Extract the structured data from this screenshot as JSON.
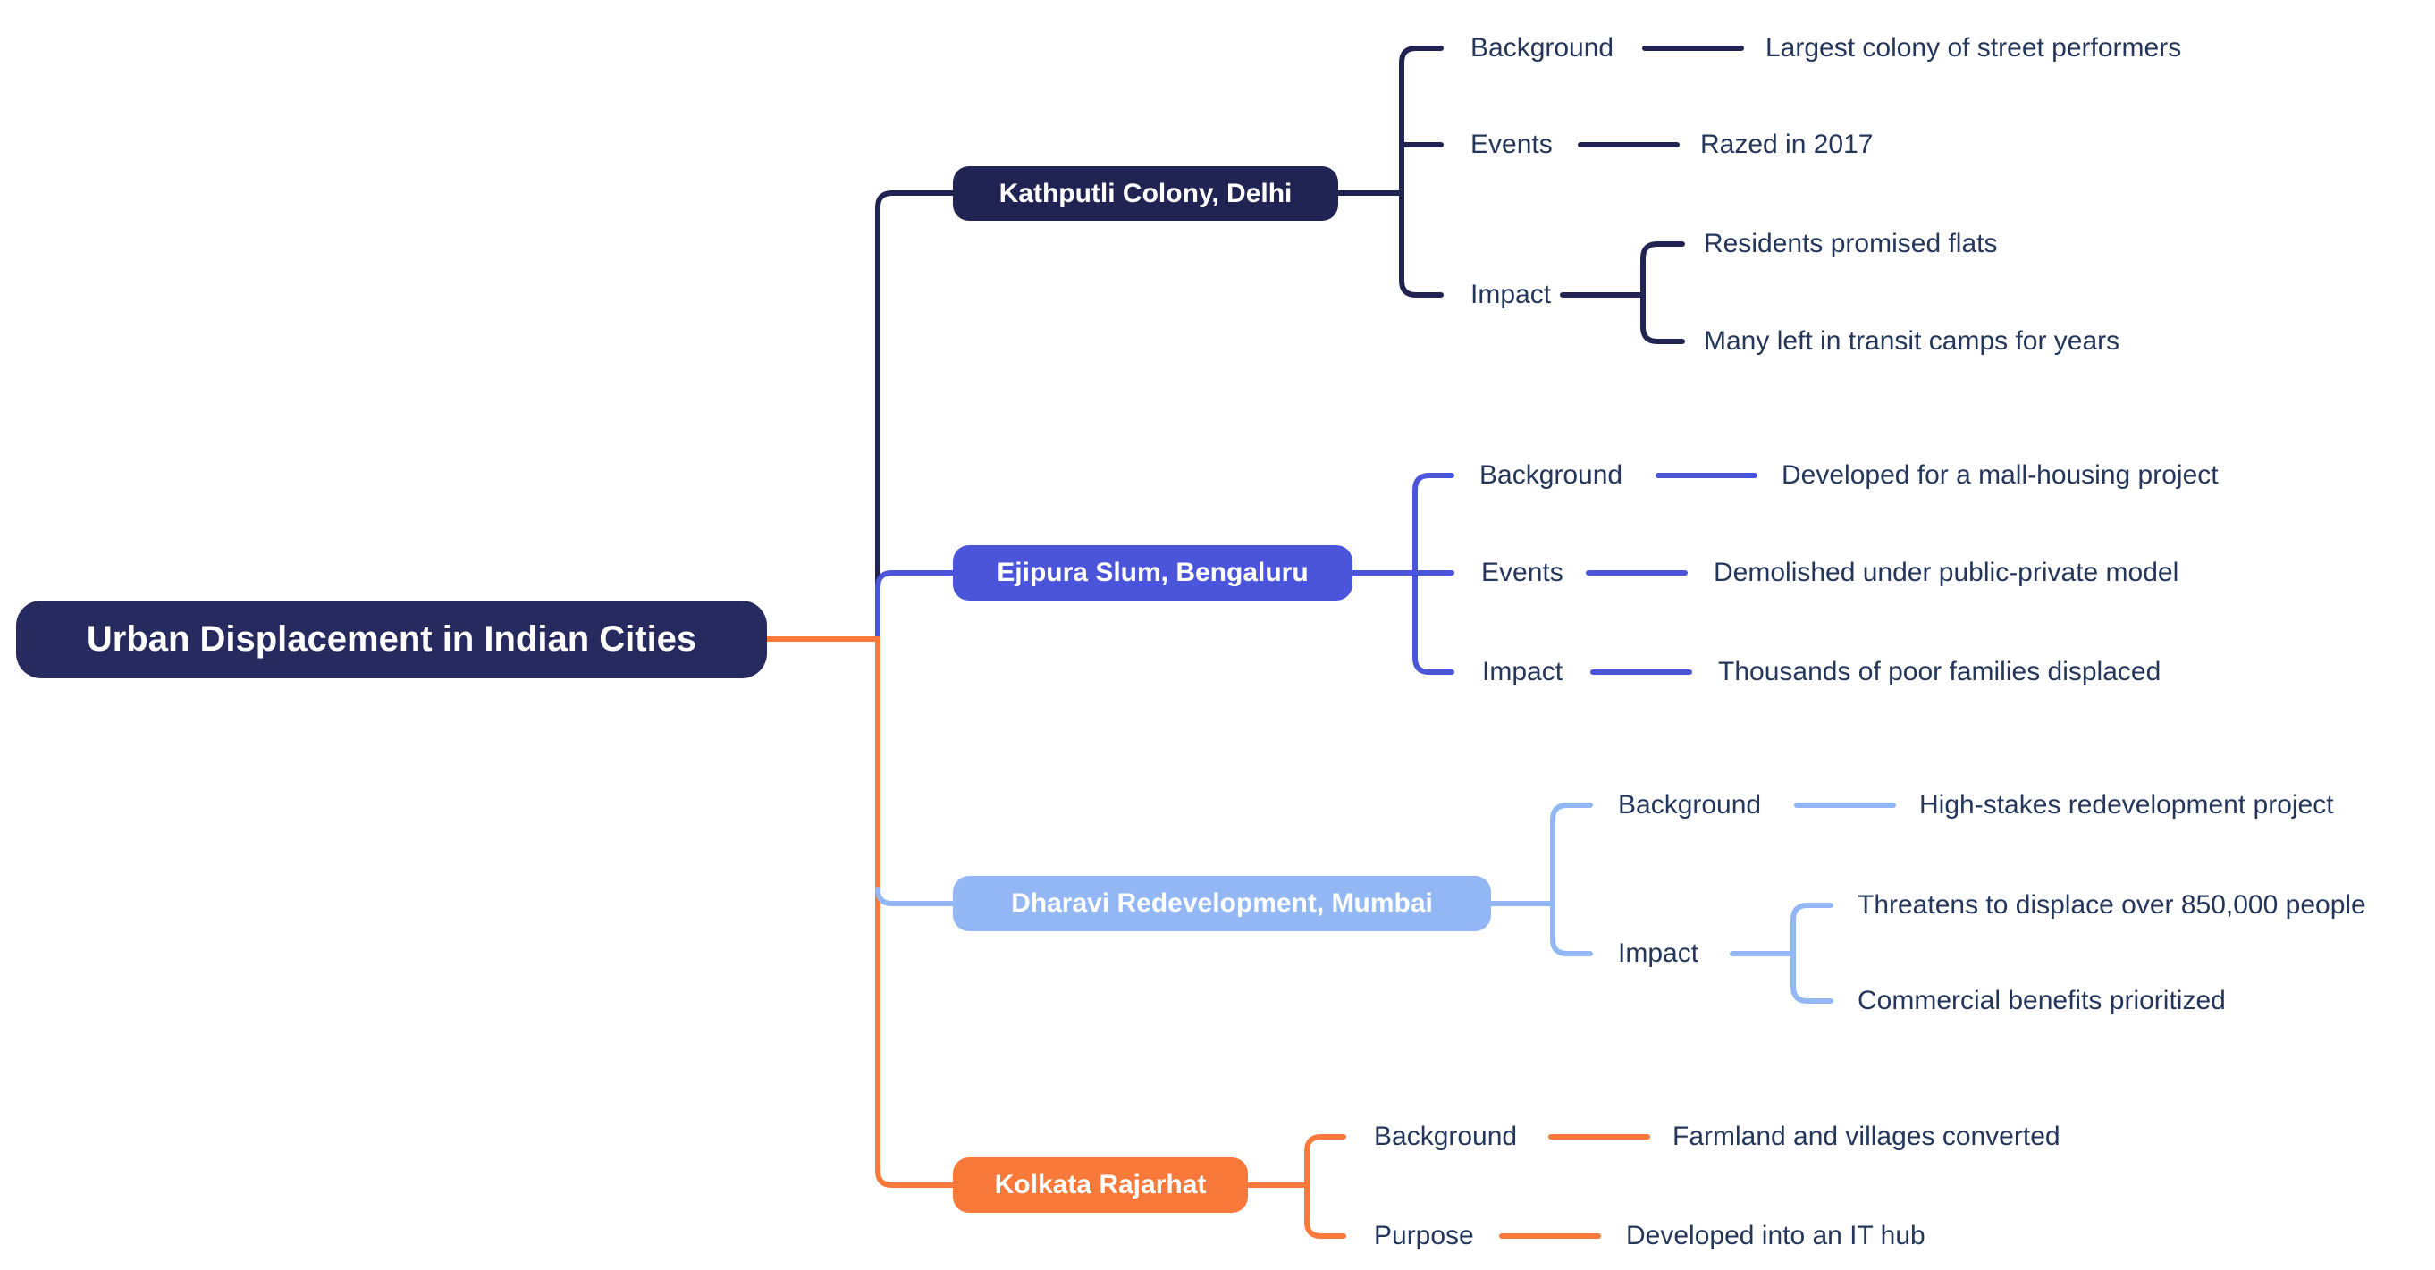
{
  "mindmap": {
    "background_color": "#ffffff",
    "label_color": "#24365a",
    "node_text_color": "#ffffff",
    "root": {
      "label": "Urban Displacement in Indian Cities",
      "color": "#272a5e"
    },
    "branches": [
      {
        "label": "Kathputli Colony, Delhi",
        "color": "#212452",
        "children": [
          {
            "label": "Background",
            "values": [
              "Largest colony of street performers"
            ]
          },
          {
            "label": "Events",
            "values": [
              "Razed in 2017"
            ]
          },
          {
            "label": "Impact",
            "values": [
              "Residents promised flats",
              "Many left in transit camps for years"
            ]
          }
        ]
      },
      {
        "label": "Ejipura Slum, Bengaluru",
        "color": "#4b55d9",
        "children": [
          {
            "label": "Background",
            "values": [
              "Developed for a mall-housing project"
            ]
          },
          {
            "label": "Events",
            "values": [
              "Demolished under public-private model"
            ]
          },
          {
            "label": "Impact",
            "values": [
              "Thousands of poor families displaced"
            ]
          }
        ]
      },
      {
        "label": "Dharavi Redevelopment, Mumbai",
        "color": "#92b7f4",
        "children": [
          {
            "label": "Background",
            "values": [
              "High-stakes redevelopment project"
            ]
          },
          {
            "label": "Impact",
            "values": [
              "Threatens to displace over 850,000 people",
              "Commercial benefits prioritized"
            ]
          }
        ]
      },
      {
        "label": "Kolkata Rajarhat",
        "color": "#f8793a",
        "children": [
          {
            "label": "Background",
            "values": [
              "Farmland and villages converted"
            ]
          },
          {
            "label": "Purpose",
            "values": [
              "Developed into an IT hub"
            ]
          }
        ]
      }
    ]
  }
}
